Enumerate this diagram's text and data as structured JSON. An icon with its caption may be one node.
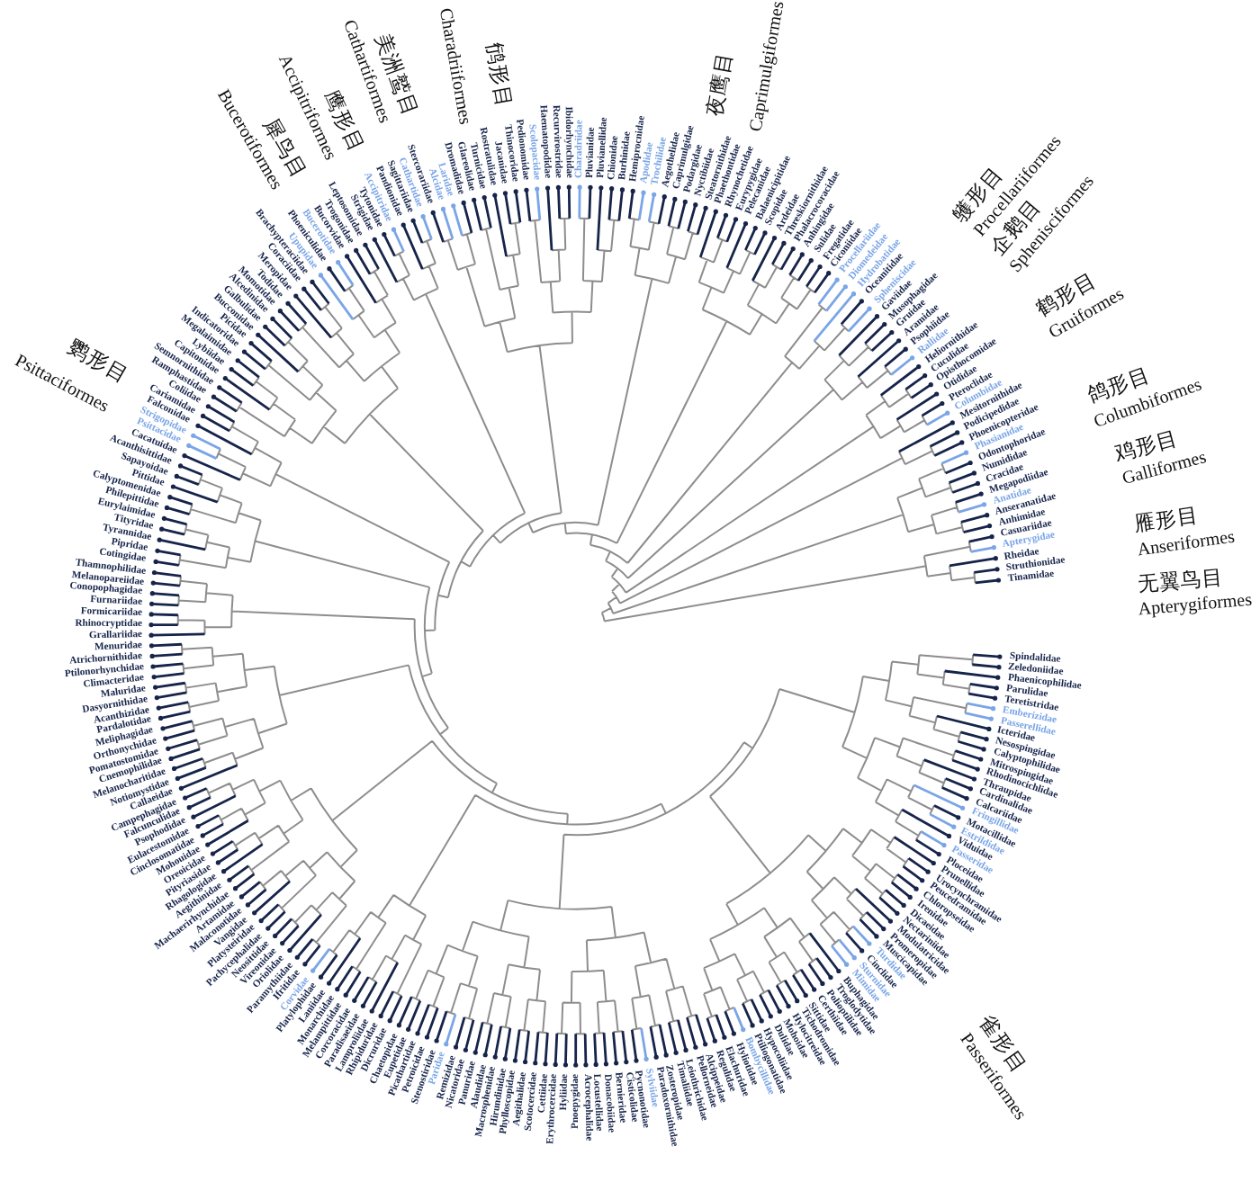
{
  "diagram": {
    "labels": [
      "Thamnophilidae",
      "Cotingidae",
      "Pipridae",
      "Tyrannidae",
      "Tityridae",
      "Eurylaimidae",
      "Philepittidae",
      "Calyptomenidae",
      "Pittidae",
      "Sapayoidae",
      "Acanthisittidae",
      "Cacatuidae",
      "Psittacidae",
      "Strigopidae",
      "Falconidae",
      "Cariamidae",
      "Coliidae",
      "Ramphastidae",
      "Semnornithidae",
      "Capitonidae",
      "Lybiidae",
      "Megalaimidae",
      "Indicatoridae",
      "Picidae",
      "Bucconidae",
      "Galbulidae",
      "Alcedinidae",
      "Momotidae",
      "Todidae",
      "Meropidae",
      "Coraciidae",
      "Brachypteraciidae",
      "Upupidae",
      "Phoeniculidae",
      "Bucerotidae",
      "Bucorvidae",
      "Trogonidae",
      "Leptosomidae",
      "Strigidae",
      "Tytonidae",
      "Accipitridae",
      "Pandionidae",
      "Sagittariidae",
      "Cathartidae",
      "Stercorariidae",
      "Alcidae",
      "Laridae",
      "Dromadidae",
      "Glareolidae",
      "Turnicidae",
      "Rostratulidae",
      "Jacanidae",
      "Thinocoridae",
      "Pedionomidae",
      "Scolopacidae",
      "Haematopodidae",
      "Recurvirostridae",
      "Ibidorhynchidae",
      "Charadriidae",
      "Pluvianidae",
      "Pluvianellidae",
      "Chionidae",
      "Burhinidae",
      "Hemiprocnidae",
      "Apodidae",
      "Trochilidae",
      "Aegothelidae",
      "Caprimulgidae",
      "Podargidae",
      "Nyctibiidae",
      "Steatornithidae",
      "Phaethontidae",
      "Rhynochetidae",
      "Eurypygidae",
      "Pelecanidae",
      "Balaenicipitidae",
      "Scopidae",
      "Ardeidae",
      "Threskiornithidae",
      "Phalacrocoracidae",
      "Anhingidae",
      "Sulidae",
      "Fregatidae",
      "Ciconiidae",
      "Procellariidae",
      "Diomedeidae",
      "Hydrobatidae",
      "Oceanitidae",
      "Spheniscidae",
      "Gaviidae",
      "Musophagidae",
      "Gruidae",
      "Aramidae",
      "Psophiidae",
      "Rallidae",
      "Heliornithidae",
      "Cuculidae",
      "Opisthocomidae",
      "Otididae",
      "Pteroclidae",
      "Columbidae",
      "Mesitornithidae",
      "Podicipedidae",
      "Phoenicopteridae",
      "Phasianidae",
      "Odontophoridae",
      "Numididae",
      "Cracidae",
      "Megapodiidae",
      "Anatidae",
      "Anseranatidae",
      "Anhimidae",
      "Casuariidae",
      "Apterygidae",
      "Rheidae",
      "Struthionidae",
      "Tinamidae",
      "Melanopareiidae",
      "Conopophagidae",
      "Furnariidae",
      "Formicariidae",
      "Rhinocryptidae",
      "Grallariidae",
      "Menuridae",
      "Atrichornithidae",
      "Ptilonorhynchidae",
      "Climacteridae",
      "Maluridae",
      "Dasyornithidae",
      "Acanthizidae",
      "Pardalotidae",
      "Meliphagidae",
      "Orthonychidae",
      "Pomatostomidae",
      "Cnemophilidae",
      "Melanocharitidae",
      "Notiomystidae",
      "Callaeidae",
      "Campephagidae",
      "Falcunculidae",
      "Psophodidae",
      "Eulacestomidae",
      "Cinclosomatidae",
      "Mohouidae",
      "Oreoicidae",
      "Pityriasidae",
      "Rhagologidae",
      "Aegithinidae",
      "Machaerirhynchidae",
      "Artamidae",
      "Malaconotidae",
      "Vangidae",
      "Platysteiridae",
      "Pachycephalidae",
      "Neosittidae",
      "Vireonidae",
      "Oriolidae",
      "Paramythiidae",
      "Ifritidae",
      "Corvidae",
      "Platylophidae",
      "Laniidae",
      "Monarchidae",
      "Melampittidae",
      "Corcoracidae",
      "Paradisaeidae",
      "Lamproliidae",
      "Rhipiduridae",
      "Dicruridae",
      "Chaetopidae",
      "Eupetidae",
      "Picathartidae",
      "Petroicidae",
      "Stenostiridae",
      "Paridae",
      "Remizidae",
      "Nicatoridae",
      "Panuridae",
      "Alaudidae",
      "Macrosphenidae",
      "Hirundinidae",
      "Phylloscopidae",
      "Aegithalidae",
      "Scotocercidae",
      "Cettiidae",
      "Erythrocercidae",
      "Hyliidae",
      "Pnoepygidae",
      "Acrocephalidae",
      "Locustellidae",
      "Donacobiidae",
      "Bernieridae",
      "Cisticolidae",
      "Pycnonotidae",
      "Sylviidae",
      "Paradoxornithidae",
      "Zosteropidae",
      "Timaliidae",
      "Leiothrichidae",
      "Pellorneidae",
      "Alcippeidae",
      "Regulidae",
      "Elachuridae",
      "Hyliotidae",
      "Bombycillidae",
      "Ptiliogonatidae",
      "Hypocoliidae",
      "Dulidae",
      "Mohoidae",
      "Hylocitreidae",
      "Tichodromidae",
      "Sittidae",
      "Certhiidae",
      "Polioptilidae",
      "Troglodytidae",
      "Buphagidae",
      "Mimidae",
      "Sturnidae",
      "Cinclidae",
      "Turdidae",
      "Muscicapidae",
      "Promeropidae",
      "Modulatricidae",
      "Nectariniidae",
      "Dicaeidae",
      "Irenidae",
      "Chloropseidae",
      "Peucedramidae",
      "Urocynchramidae",
      "Prunellidae",
      "Ploceidae",
      "Passeridae",
      "Viduidae",
      "Estrildidae",
      "Motacillidae",
      "Fringillidae",
      "Calcariidae",
      "Cardinalidae",
      "Thraupidae",
      "Rhodinocichlidae",
      "Mitrospingidae",
      "Calyptophilidae",
      "Nesospingidae",
      "Icteridae",
      "Passerellidae",
      "Emberizidae",
      "Teretistridae",
      "Parulidae",
      "Phaenicophilidae",
      "Zeledoniidae",
      "Spindalidae",
      "Psittaciformes",
      "鹦形目",
      "Bucerotiformes",
      "犀鸟目",
      "Accipitriformes",
      "鹰形目",
      "Cathartiformes",
      "美洲鹫目",
      "Charadriiformes",
      "鸻形目",
      "夜鹰目",
      "Caprimulgiformes",
      "鹱形目",
      "Procellariiformes",
      "企鹅目",
      "Sphenisciformes",
      "鹤形目",
      "Gruiformes",
      "鸽形目",
      "Columbiformes",
      "鸡形目",
      "Galliformes",
      "雁形目",
      "Anseriformes",
      "无翼鸟目",
      "Apterygiformes",
      "雀形目",
      "Passeriformes"
    ]
  }
}
